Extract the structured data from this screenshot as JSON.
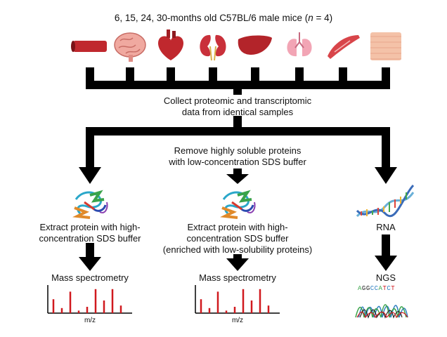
{
  "title": {
    "prefix": "6, 15, 24, 30-months old C57BL/6 male mice (",
    "n_var": "n",
    "suffix": " = 4)"
  },
  "tissues": [
    {
      "icon": "blood-vessel-icon",
      "color": "#c0282e"
    },
    {
      "icon": "brain-icon",
      "color": "#f0a9a0"
    },
    {
      "icon": "heart-icon",
      "color": "#c0282e"
    },
    {
      "icon": "kidney-icon",
      "color": "#c9303a"
    },
    {
      "icon": "liver-icon",
      "color": "#b3242a"
    },
    {
      "icon": "lung-icon",
      "color": "#f2a5b5"
    },
    {
      "icon": "muscle-icon",
      "color": "#d8454a"
    },
    {
      "icon": "skin-icon",
      "color": "#f4c2a8"
    }
  ],
  "collect_text": [
    "Collect proteomic and transcriptomic",
    "data from identical samples"
  ],
  "remove_text": [
    "Remove highly soluble proteins",
    "with low-concentration SDS buffer"
  ],
  "left_branch": {
    "extract_text": [
      "Extract protein with high-",
      "concentration SDS buffer"
    ],
    "ms_label": "Mass spectrometry",
    "axis_label": "m/z"
  },
  "middle_branch": {
    "extract_text": [
      "Extract protein with high-",
      "concentration SDS buffer",
      "(enriched with low-solubility proteins)"
    ],
    "ms_label": "Mass spectrometry",
    "axis_label": "m/z"
  },
  "right_branch": {
    "rna_label": "RNA",
    "ngs_label": "NGS",
    "sequence": "AGGCCATCT"
  },
  "spectrum_peaks": [
    0.55,
    0.2,
    0.85,
    0.1,
    0.25,
    0.95,
    0.5,
    0.95,
    0.3
  ],
  "colors": {
    "flow": "#000000",
    "peak": "#d0191e"
  }
}
